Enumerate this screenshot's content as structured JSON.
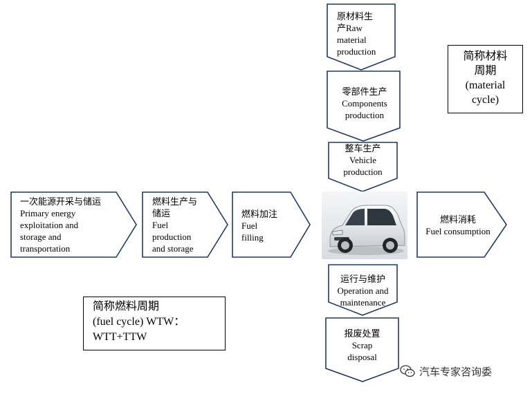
{
  "colors": {
    "arrow_stroke": "#1f3864",
    "arrow_fill": "#ffffff"
  },
  "fuel_chain": [
    {
      "label": "一次能源开采与储运\nPrimary energy\nexploitation and\nstorage and\ntransportation"
    },
    {
      "label": "燃料生产与\n储运\nFuel\nproduction\nand storage"
    },
    {
      "label": "燃料加注\nFuel\nfilling"
    },
    {
      "label": "燃料消耗\nFuel consumption"
    }
  ],
  "material_chain": [
    {
      "label": "原材料生\n产Raw\nmaterial\nproduction"
    },
    {
      "label": "零部件生产\nComponents\nproduction"
    },
    {
      "label": "整车生产\nVehicle\nproduction"
    },
    {
      "label": "运行与维护\nOperation and\nmaintenance"
    },
    {
      "label": "报废处置\nScrap\ndisposal"
    }
  ],
  "notes": {
    "material_cycle": "简称材料\n周期\n(material\ncycle)",
    "fuel_cycle": "简称燃料周期\n(fuel cycle) WTW：\nWTT+TTW"
  },
  "car_image": {
    "icon": "car-illustration",
    "body_color": "#e9ecef"
  },
  "watermark": {
    "icon": "wechat-icon",
    "text": "汽车专家咨询委"
  }
}
